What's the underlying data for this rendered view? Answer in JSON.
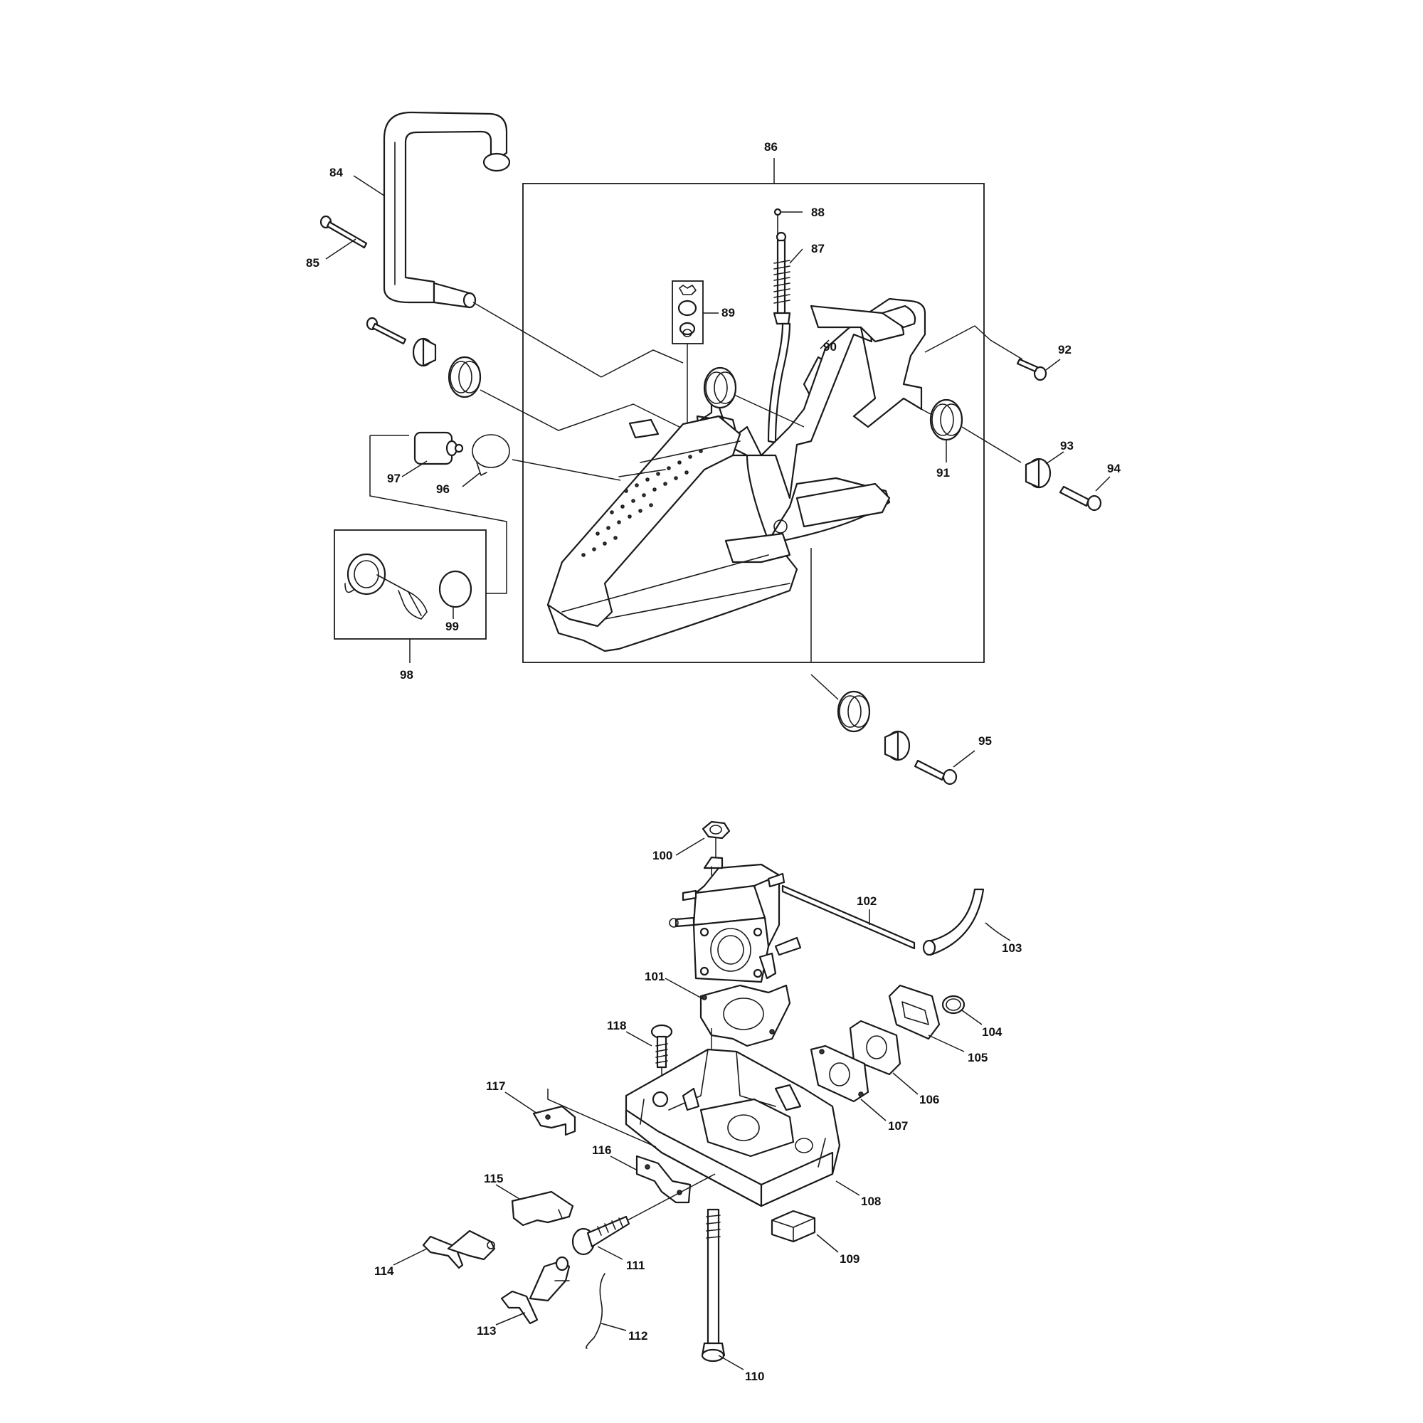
{
  "labels": {
    "p84": "84",
    "p85": "85",
    "p86": "86",
    "p87": "87",
    "p88": "88",
    "p89": "89",
    "p90": "90",
    "p91": "91",
    "p92": "92",
    "p93": "93",
    "p94": "94",
    "p95": "95",
    "p96": "96",
    "p97": "97",
    "p98": "98",
    "p99": "99",
    "p100": "100",
    "p101": "101",
    "p102": "102",
    "p103": "103",
    "p104": "104",
    "p105": "105",
    "p106": "106",
    "p107": "107",
    "p108": "108",
    "p109": "109",
    "p110": "110",
    "p111": "111",
    "p112": "112",
    "p113": "113",
    "p114": "114",
    "p115": "115",
    "p116": "116",
    "p117": "117",
    "p118": "118"
  }
}
